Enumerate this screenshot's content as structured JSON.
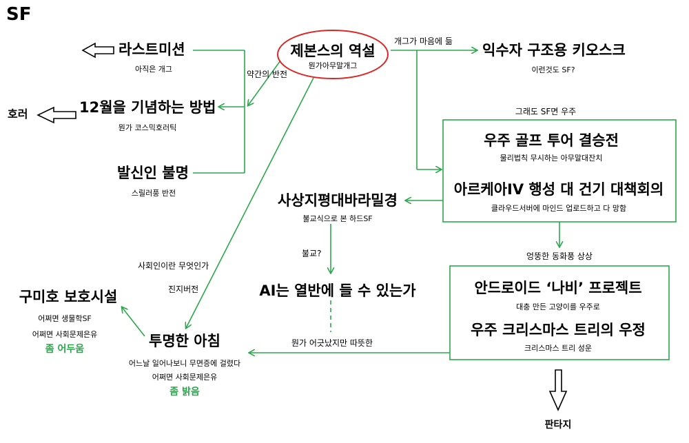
{
  "header": "SF",
  "nodes": {
    "last_mission": {
      "title": "라스트미션",
      "sub": "아직은 개그"
    },
    "december": {
      "title": "12월을 기념하는 방법",
      "sub": "뭔가 코스믹호러틱"
    },
    "sender": {
      "title": "발신인 불명",
      "sub": "스릴러풍 반전"
    },
    "paradox": {
      "title": "제본스의 역설",
      "sub": "뭔가아무말개그"
    },
    "kiosk": {
      "title": "익수자 구조용 키오스크",
      "sub": "이런것도 SF?"
    },
    "golf": {
      "title": "우주 골프 투어 결승전",
      "sub": "물리법칙 무시하는 아무말대잔치"
    },
    "arcaea": {
      "title": "아르케아IV 행성 대 건기 대책회의",
      "sub": "클라우드서버에 마인드 업로드하고 다 망함"
    },
    "sasang": {
      "title": "사상지평대바라밀경",
      "sub": "불교식으로 본 하드SF"
    },
    "ai_nirvana": {
      "title": "AI는 열반에 들 수 있는가"
    },
    "android": {
      "title": "안드로이드 ‘나비’ 프로젝트",
      "sub": "대충 만든 고양이를 우주로"
    },
    "xmas": {
      "title": "우주 크리스마스 트리의 우정",
      "sub": "크리스마스 트리 성운"
    },
    "gumiho": {
      "title": "구미호 보호시설",
      "sub1": "어쩌면 생물학SF",
      "sub2": "어쩌면 사회문제은유",
      "mood": "좀 어두움"
    },
    "morning": {
      "title": "투명한 아침",
      "sub1": "어느날 일어나보니 무면증에 걸렸다",
      "sub2": "어쩌면 사회문제은유",
      "mood": "좀 밝음"
    }
  },
  "side_labels": {
    "horror": "호러",
    "fantasy": "판타지"
  },
  "edge_labels": {
    "slight_twist": "약간의 반전",
    "gag_like": "개그가 마음에 듦",
    "space_anyway": "그래도 SF면 우주",
    "fairy_tale": "엉뚱한 동화풍 상상",
    "buddhism": "불교?",
    "warm": "뭔가 어긋났지만 따뜻한",
    "what_is_human": "사회인이란 무엇인가",
    "serious": "진지버전"
  },
  "colors": {
    "line": "#2aa84a",
    "ellipse": "#e02424",
    "mood": "#2aa84a"
  }
}
